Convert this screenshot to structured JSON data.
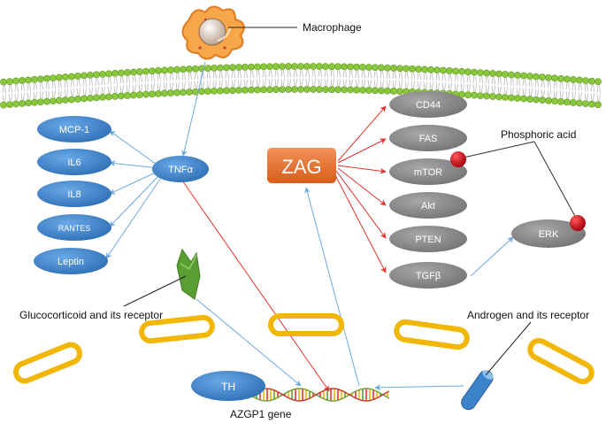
{
  "labels": {
    "macrophage": "Macrophage",
    "phosphoric_acid": "Phosphoric acid",
    "glucocorticoid": "Glucocorticoid and its receptor",
    "androgen": "Androgen and its receptor",
    "gene": "AZGP1 gene"
  },
  "nodes": {
    "tnfa": "TNFα",
    "zag": "ZAG",
    "th": "TH",
    "erk": "ERK",
    "cytokines": [
      "MCP-1",
      "IL6",
      "IL8",
      "RANTES",
      "Leptin"
    ],
    "targets": [
      "CD44",
      "FAS",
      "mTOR",
      "Akt",
      "PTEN",
      "TGFβ"
    ]
  },
  "colors": {
    "blue_node": "#4a8fd4",
    "gray_node": "#8c8c8c",
    "zag_orange": "#e8702a",
    "red_arrow": "#e8322c",
    "blue_arrow": "#6fa8dc",
    "vesicle": "#f2b705",
    "membrane": "#8cc63f",
    "phospho": "#d0021b"
  }
}
